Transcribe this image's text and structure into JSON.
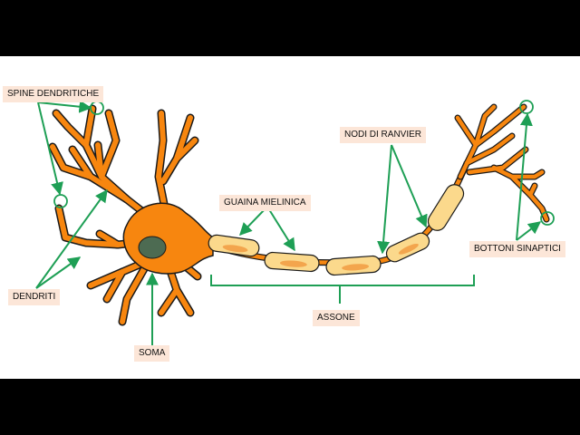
{
  "labels": {
    "spine_dendritiche": "SPINE DENDRITICHE",
    "dendriti": "DENDRITI",
    "soma": "SOMA",
    "guaina_mielinica": "GUAINA MIELINICA",
    "nodi_di_ranvier": "NODI DI RANVIER",
    "assone": "ASSONE",
    "bottoni_sinaptici": "BOTTONI SINAPTICI"
  },
  "colors": {
    "neuron": "#f7860f",
    "neuron_outline": "#1a1a1a",
    "nucleus": "#4d6b52",
    "myelin": "#fbd98c",
    "myelin_inner": "#f3a54d",
    "arrow": "#1e9f55",
    "label_bg": "#fce6d8",
    "letterbox": "#000000",
    "background": "#ffffff"
  }
}
